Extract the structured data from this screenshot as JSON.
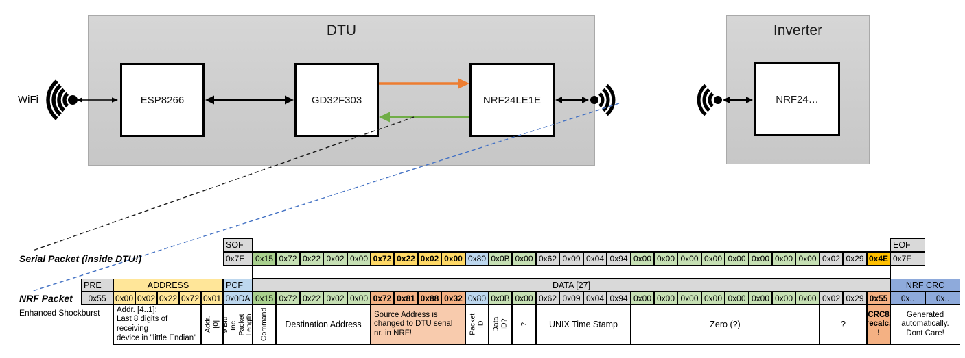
{
  "top": {
    "wifi_label": "WiFi",
    "dtu": {
      "title": "DTU",
      "chips": {
        "esp": "ESP8266",
        "gd32": "GD32F303",
        "nrf": "NRF24LE1E"
      }
    },
    "inverter": {
      "title": "Inverter",
      "chips": {
        "nrf": "NRF24…"
      }
    }
  },
  "colors": {
    "uart_tx_arrow": "#ED7D31",
    "uart_rx_arrow": "#70AD47",
    "nrf_leader_line": "#4472C4",
    "cell_green_light": "#C6E0B4",
    "cell_green_dark": "#A9D08E",
    "cell_yellow_header": "#FFE699",
    "cell_yellow_bold": "#FFD966",
    "cell_blue_light": "#BDD7EE",
    "cell_blue_medium": "#8EAADB",
    "cell_gray": "#D9D9D9",
    "cell_salmon": "#F4B183",
    "cell_salmon_light": "#F8CBAD",
    "cell_gold": "#FFC000"
  },
  "serial_packet": {
    "label": "Serial Packet (inside DTU!)",
    "sof_header": "SOF",
    "sof_value": "0x7E",
    "eof_header": "EOF",
    "eof_value": "0x7F",
    "bytes": [
      {
        "v": "0x15",
        "c": "g2"
      },
      {
        "v": "0x72",
        "c": "g1"
      },
      {
        "v": "0x22",
        "c": "g1"
      },
      {
        "v": "0x02",
        "c": "g1"
      },
      {
        "v": "0x00",
        "c": "g1"
      },
      {
        "v": "0x72",
        "c": "yb"
      },
      {
        "v": "0x22",
        "c": "yb"
      },
      {
        "v": "0x02",
        "c": "yb"
      },
      {
        "v": "0x00",
        "c": "yb"
      },
      {
        "v": "0x80",
        "c": "blue"
      },
      {
        "v": "0x0B",
        "c": "g1"
      },
      {
        "v": "0x00",
        "c": "g1"
      },
      {
        "v": "0x62",
        "c": "gray"
      },
      {
        "v": "0x09",
        "c": "gray"
      },
      {
        "v": "0x04",
        "c": "gray"
      },
      {
        "v": "0x94",
        "c": "gray"
      },
      {
        "v": "0x00",
        "c": "g1"
      },
      {
        "v": "0x00",
        "c": "g1"
      },
      {
        "v": "0x00",
        "c": "g1"
      },
      {
        "v": "0x00",
        "c": "g1"
      },
      {
        "v": "0x00",
        "c": "g1"
      },
      {
        "v": "0x00",
        "c": "g1"
      },
      {
        "v": "0x00",
        "c": "g1"
      },
      {
        "v": "0x00",
        "c": "g1"
      },
      {
        "v": "0x02",
        "c": "gray"
      },
      {
        "v": "0x29",
        "c": "gray"
      },
      {
        "v": "0x4E",
        "c": "gold"
      }
    ]
  },
  "nrf_packet": {
    "label": "NRF Packet",
    "sublabel": "Enhanced Shockburst",
    "headers": [
      {
        "t": "PRE",
        "c": "gray",
        "col": 0,
        "span": 1,
        "align": "left"
      },
      {
        "t": "ADDRESS",
        "c": "y",
        "col": 1,
        "span": 5,
        "align": "center"
      },
      {
        "t": "PCF",
        "c": "blue",
        "col": 6,
        "span": 1,
        "align": "left"
      },
      {
        "t": "DATA [27]",
        "c": "gray",
        "col": 7,
        "span": 27,
        "align": "center"
      },
      {
        "t": "NRF CRC",
        "c": "blue2",
        "col": 34,
        "span": 2,
        "align": "center"
      }
    ],
    "bytes": [
      {
        "v": "0x55",
        "c": "gray"
      },
      {
        "v": "0x00",
        "c": "y"
      },
      {
        "v": "0x02",
        "c": "y"
      },
      {
        "v": "0x22",
        "c": "y"
      },
      {
        "v": "0x72",
        "c": "y"
      },
      {
        "v": "0x01",
        "c": "y"
      },
      {
        "v": "0x0DA",
        "c": "blue"
      },
      {
        "v": "0x15",
        "c": "g2"
      },
      {
        "v": "0x72",
        "c": "g1"
      },
      {
        "v": "0x22",
        "c": "g1"
      },
      {
        "v": "0x02",
        "c": "g1"
      },
      {
        "v": "0x00",
        "c": "g1"
      },
      {
        "v": "0x72",
        "c": "sb"
      },
      {
        "v": "0x81",
        "c": "sb"
      },
      {
        "v": "0x88",
        "c": "sb"
      },
      {
        "v": "0x32",
        "c": "sb"
      },
      {
        "v": "0x80",
        "c": "blue"
      },
      {
        "v": "0x0B",
        "c": "g1"
      },
      {
        "v": "0x00",
        "c": "g1"
      },
      {
        "v": "0x62",
        "c": "gray"
      },
      {
        "v": "0x09",
        "c": "gray"
      },
      {
        "v": "0x04",
        "c": "gray"
      },
      {
        "v": "0x94",
        "c": "gray"
      },
      {
        "v": "0x00",
        "c": "g1"
      },
      {
        "v": "0x00",
        "c": "g1"
      },
      {
        "v": "0x00",
        "c": "g1"
      },
      {
        "v": "0x00",
        "c": "g1"
      },
      {
        "v": "0x00",
        "c": "g1"
      },
      {
        "v": "0x00",
        "c": "g1"
      },
      {
        "v": "0x00",
        "c": "g1"
      },
      {
        "v": "0x00",
        "c": "g1"
      },
      {
        "v": "0x02",
        "c": "gray"
      },
      {
        "v": "0x29",
        "c": "gray"
      },
      {
        "v": "0x55",
        "c": "sb"
      },
      {
        "v": "0x..",
        "c": "blue2"
      },
      {
        "v": "0x..",
        "c": "blue2"
      }
    ]
  },
  "annotations": [
    {
      "text": "Addr. [4..1]:\nLast 8 digits of receiving\ndevice in \"little Endian\"",
      "col": 1,
      "span": 4,
      "align": "left"
    },
    {
      "text": "Addr.[0]",
      "col": 5,
      "span": 1,
      "vertical": true
    },
    {
      "text": "9 Bit!\nInc. Packet\nLength",
      "col": 6,
      "span": 1,
      "vertical": true
    },
    {
      "text": "Command",
      "col": 7,
      "span": 1,
      "vertical": true
    },
    {
      "text": "Destination Address",
      "col": 8,
      "span": 4
    },
    {
      "text": "Source Address is\nchanged to DTU serial\nnr. in NRF!",
      "col": 12,
      "span": 4,
      "bg": "salmon",
      "align": "left"
    },
    {
      "text": "Packet ID",
      "col": 16,
      "span": 1,
      "vertical": true
    },
    {
      "text": "Data ID?",
      "col": 17,
      "span": 1,
      "vertical": true
    },
    {
      "text": "?",
      "col": 18,
      "span": 1,
      "vertical": true
    },
    {
      "text": "UNIX Time Stamp",
      "col": 19,
      "span": 4
    },
    {
      "text": "Zero (?)",
      "col": 23,
      "span": 8
    },
    {
      "text": "?",
      "col": 31,
      "span": 2
    },
    {
      "text": "CRC8\nrecalc.\n!",
      "col": 33,
      "span": 1,
      "bg": "sb",
      "small": true
    },
    {
      "text": "Generated\nautomatically.\nDont Care!",
      "col": 34,
      "span": 2,
      "small": true
    }
  ]
}
